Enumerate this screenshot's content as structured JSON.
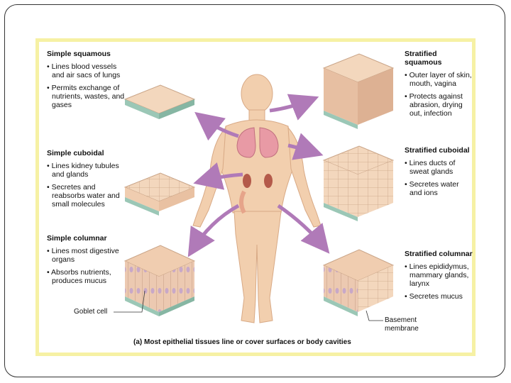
{
  "tissues": {
    "simple_squamous": {
      "title": "Simple squamous",
      "bullets": [
        "Lines blood vessels and air sacs of lungs",
        "Permits exchange of nutrients, wastes, and gases"
      ]
    },
    "simple_cuboidal": {
      "title": "Simple cuboidal",
      "bullets": [
        "Lines kidney tubules and glands",
        "Secretes and reabsorbs water and small molecules"
      ]
    },
    "simple_columnar": {
      "title": "Simple columnar",
      "bullets": [
        "Lines most digestive organs",
        "Absorbs nutrients, produces mucus"
      ]
    },
    "stratified_squamous": {
      "title": "Stratified squamous",
      "bullets": [
        "Outer layer of skin, mouth, vagina",
        "Protects against abrasion, drying out, infection"
      ]
    },
    "stratified_cuboidal": {
      "title": "Stratified cuboidal",
      "bullets": [
        "Lines ducts of sweat glands",
        "Secretes water and ions"
      ]
    },
    "stratified_columnar": {
      "title": "Stratified columnar",
      "bullets": [
        "Lines epididymus, mammary glands, larynx",
        "Secretes mucus"
      ]
    }
  },
  "labels": {
    "goblet_cell": "Goblet cell",
    "basement_membrane_1": "Basement",
    "basement_membrane_2": "membrane"
  },
  "caption": "(a) Most epithelial tissues line or cover surfaces or body cavities",
  "colors": {
    "panel_border": "#f6f1a4",
    "arrow": "#b07ab8",
    "skin": "#f2cfae",
    "tissue": "#f3d7bd",
    "basement": "#9bc7b6",
    "lung": "#e89aa5",
    "kidney": "#b45a4a"
  }
}
